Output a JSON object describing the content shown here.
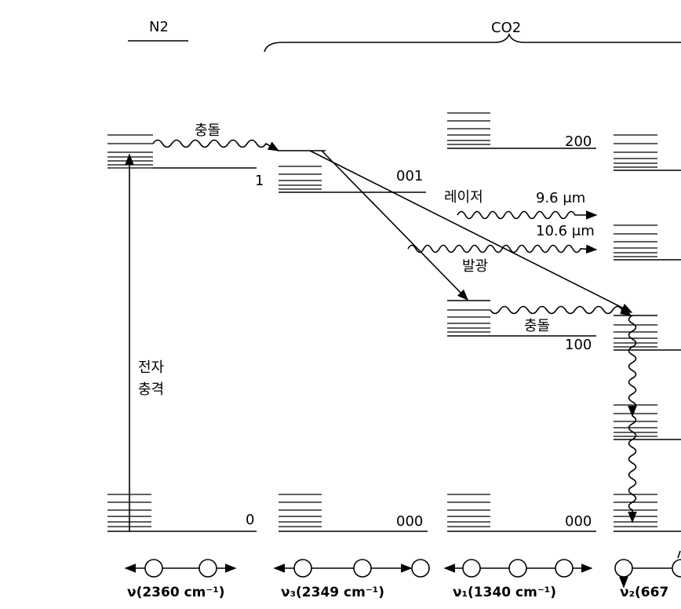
{
  "groups": {
    "n2_title": "N2",
    "co2_title": "CO2"
  },
  "levels": {
    "n2_upper": "1",
    "n2_ground": "0",
    "co2_001": "001",
    "co2_200": "200",
    "co2_100": "100",
    "co2_000_a": "000",
    "co2_000_b": "000"
  },
  "annotations": {
    "collision_top": "충돌",
    "laser": "레이저",
    "wl_96": "9.6 μm",
    "wl_106": "10.6 μm",
    "emission": "발광",
    "collision_mid": "충돌",
    "electron_impact_1": "전자",
    "electron_impact_2": "충격"
  },
  "modes": {
    "n2_mode": "ν(2360 cm⁻¹)",
    "nu3_mode": "ν₃(2349 cm⁻¹)",
    "nu1_mode": "ν₁(1340 cm⁻¹)",
    "nu2_mode": "ν₂(667"
  }
}
